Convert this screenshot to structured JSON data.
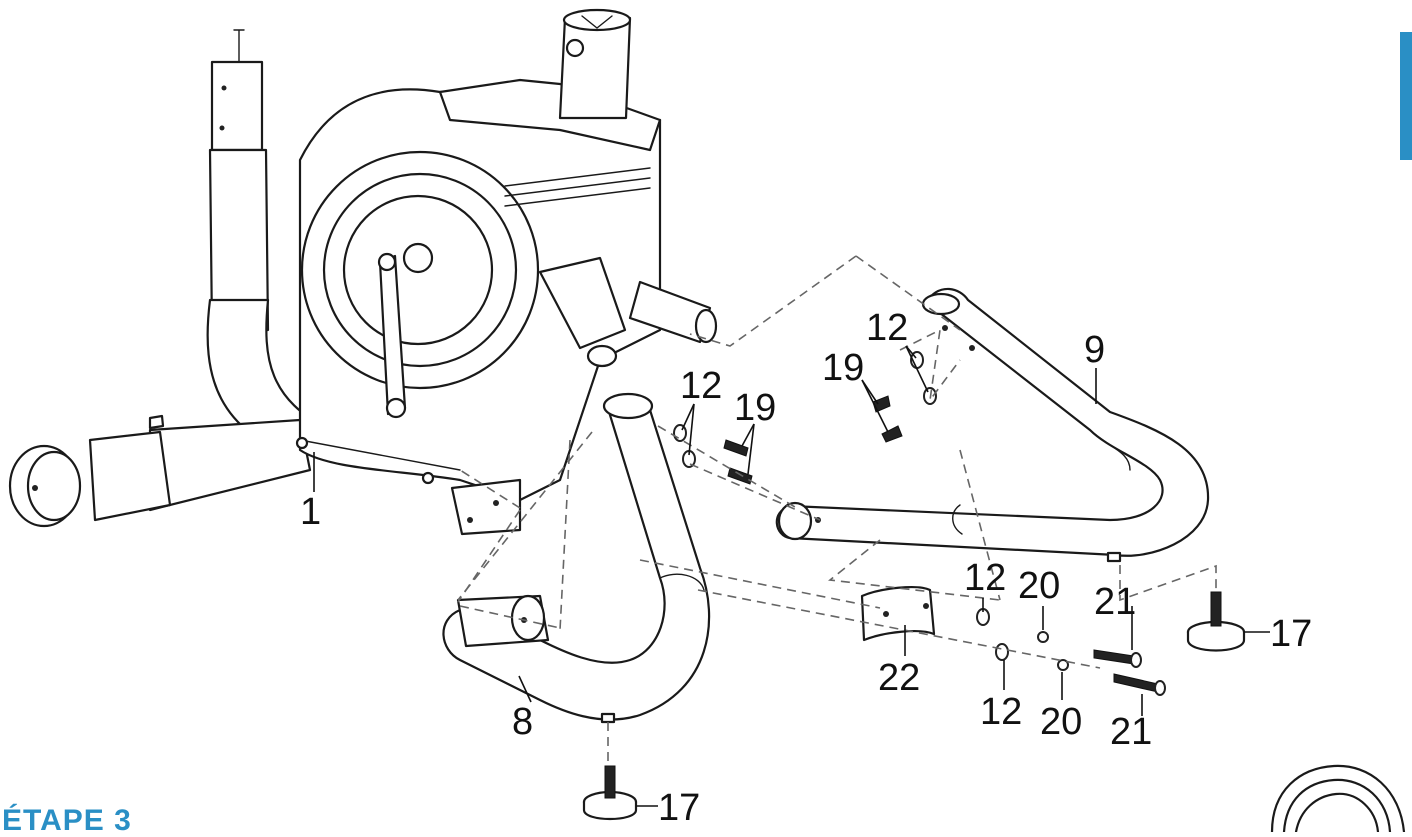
{
  "step_title": "ÉTAPE 3",
  "accent_color": "#2a8fc5",
  "parts": {
    "p1": "1",
    "p8": "8",
    "p9": "9",
    "p12a": "12",
    "p12b": "12",
    "p12c": "12",
    "p12d": "12",
    "p17a": "17",
    "p17b": "17",
    "p19a": "19",
    "p19b": "19",
    "p20a": "20",
    "p20b": "20",
    "p21a": "21",
    "p21b": "21",
    "p22": "22"
  }
}
